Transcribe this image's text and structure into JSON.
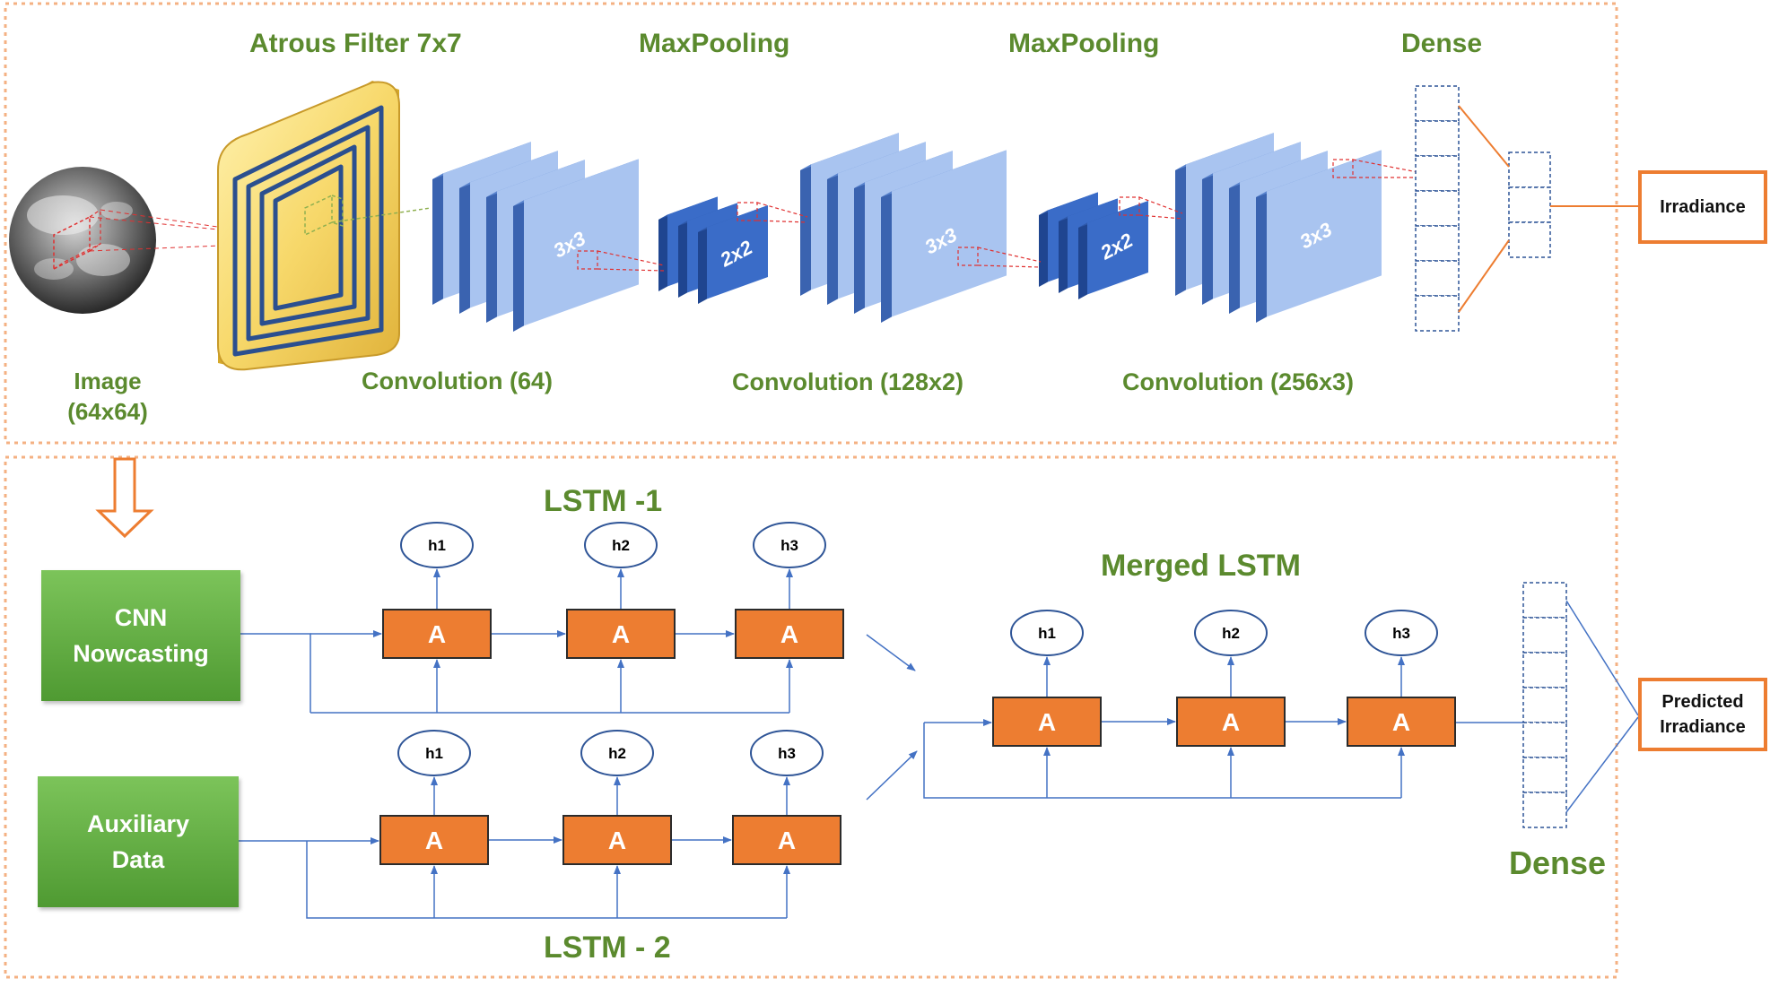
{
  "cnn": {
    "titles": {
      "atrous": "Atrous Filter 7x7",
      "pool1": "MaxPooling",
      "pool2": "MaxPooling",
      "dense": "Dense"
    },
    "input": {
      "line1": "Image",
      "line2": "(64x64)"
    },
    "conv_labels": {
      "c1": "Convolution (64)",
      "c2": "Convolution (128x2)",
      "c3": "Convolution (256x3)"
    },
    "kernel_labels": {
      "k1": "3x3",
      "p1": "2x2",
      "k2": "3x3",
      "p2": "2x2",
      "k3": "3x3"
    },
    "output": "Irradiance"
  },
  "lstm": {
    "lstm1_title": "LSTM -1",
    "lstm2_title": "LSTM - 2",
    "merged_title": "Merged LSTM",
    "cell_label": "A",
    "hidden": [
      "h1",
      "h2",
      "h3"
    ],
    "input1": {
      "line1": "CNN",
      "line2": "Nowcasting"
    },
    "input2": {
      "line1": "Auxiliary",
      "line2": "Data"
    },
    "dense_label": "Dense",
    "output": {
      "line1": "Predicted",
      "line2": "Irradiance"
    }
  },
  "colors": {
    "accent": "#ed7d31",
    "label_green": "#5b8a2e",
    "layer_blue": "#4472c4",
    "box_green": "#5ea93b"
  }
}
